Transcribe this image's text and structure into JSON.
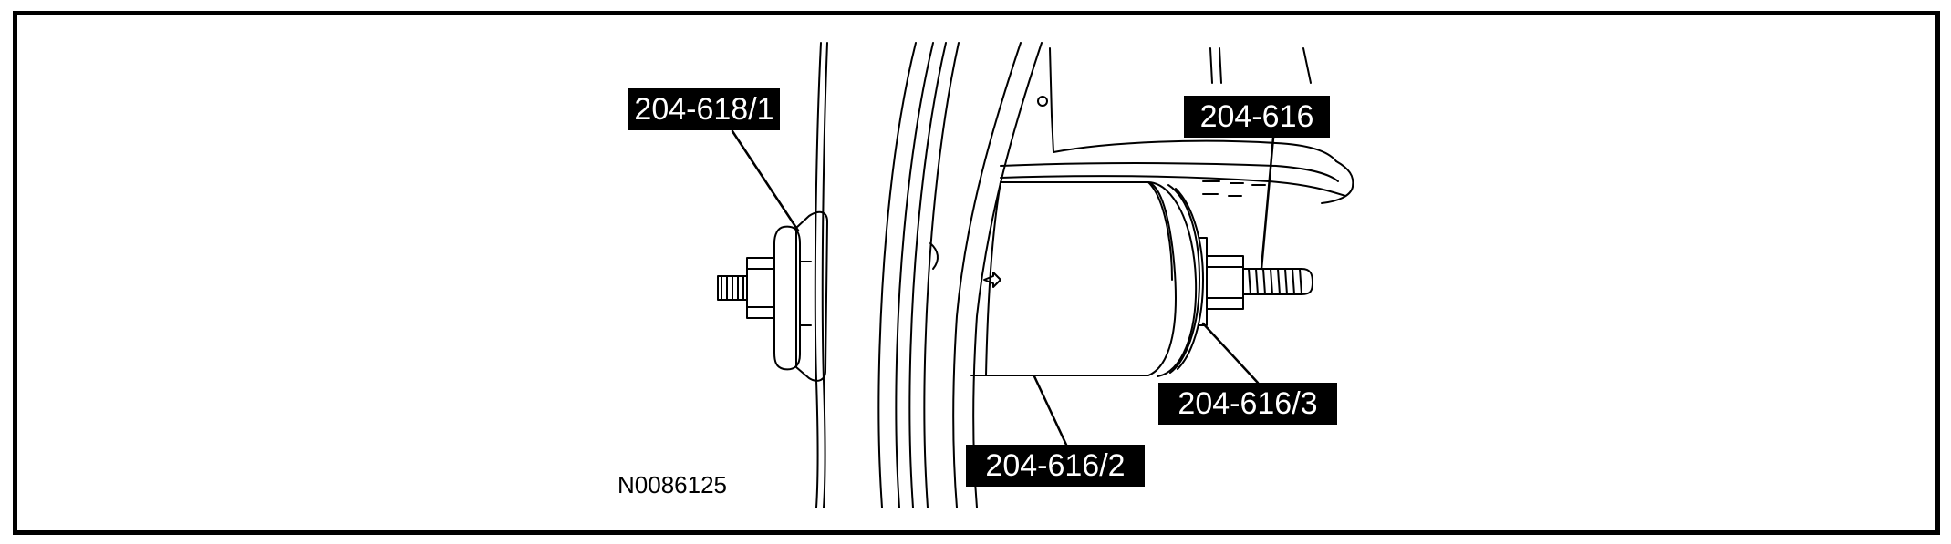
{
  "callouts": {
    "tool_204_618_1": "204-618/1",
    "tool_204_616": "204-616",
    "tool_204_616_3": "204-616/3",
    "tool_204_616_2": "204-616/2"
  },
  "figure_id": "N0086125",
  "colors": {
    "line": "#000000",
    "background": "#ffffff",
    "label_fill": "#000000",
    "label_text": "#ffffff"
  }
}
